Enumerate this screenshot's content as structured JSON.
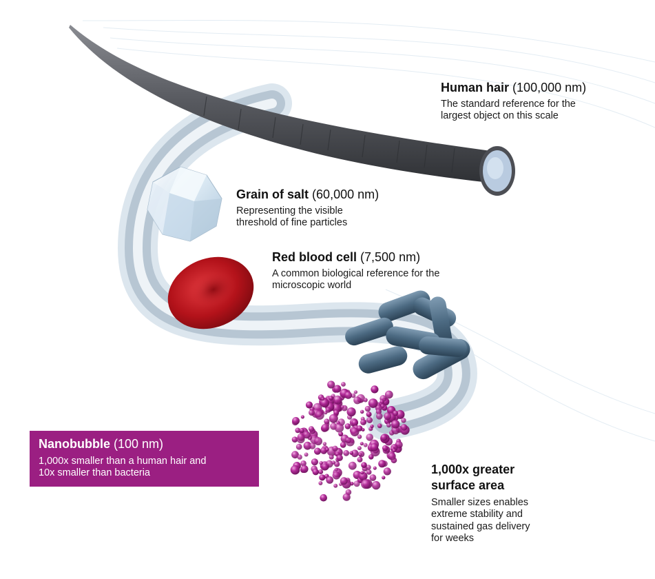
{
  "items": {
    "hair": {
      "name": "Human hair",
      "size": "(100,000 nm)",
      "desc_lines": [
        "The standard reference for the",
        "largest object on this scale"
      ]
    },
    "salt": {
      "name": "Grain of salt",
      "size": "(60,000 nm)",
      "desc_lines": [
        "Representing the visible",
        "threshold of fine particles"
      ]
    },
    "rbc": {
      "name": "Red blood cell",
      "size": "(7,500 nm)",
      "desc_lines": [
        "A common biological reference for the",
        "microscopic world"
      ]
    },
    "nano": {
      "name": "Nanobubble",
      "size": "(100 nm)",
      "desc_lines": [
        "1,000x smaller than a human hair and",
        "10x smaller than bacteria"
      ]
    }
  },
  "surface_area": {
    "title_lines": [
      "1,000x greater",
      "surface area"
    ],
    "desc_lines": [
      "Smaller sizes enables",
      "extreme stability and",
      "sustained gas delivery",
      "for weeks"
    ]
  },
  "colors": {
    "accent": "#9b1f82",
    "hair": "#5a5c62",
    "blood_cell": "#c0141c",
    "bacteria": "#4c6a82",
    "salt": "#d6e6f2",
    "ribbon": "#cfe0ee"
  },
  "icons": [
    "human-hair-icon",
    "salt-crystal-icon",
    "red-blood-cell-icon",
    "bacteria-icon",
    "nanobubble-cluster-icon"
  ]
}
